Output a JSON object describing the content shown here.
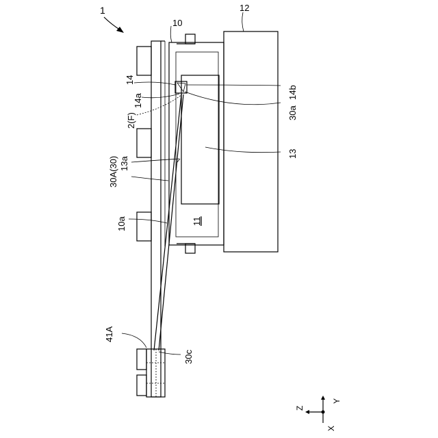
{
  "figure": {
    "labels": {
      "device": "1",
      "part_10": "10",
      "part_12": "12",
      "part_14": "14",
      "part_14a": "14a",
      "part_14b": "14b",
      "part_30a": "30a",
      "part_2F": "2(F)",
      "part_13": "13",
      "part_13a": "13a",
      "part_30A": "30A(30)",
      "part_10a": "10a",
      "part_11": "11",
      "part_41A": "41A",
      "part_30c": "30c"
    },
    "axes": {
      "z": "Z",
      "y": "Y",
      "x": "X"
    }
  }
}
